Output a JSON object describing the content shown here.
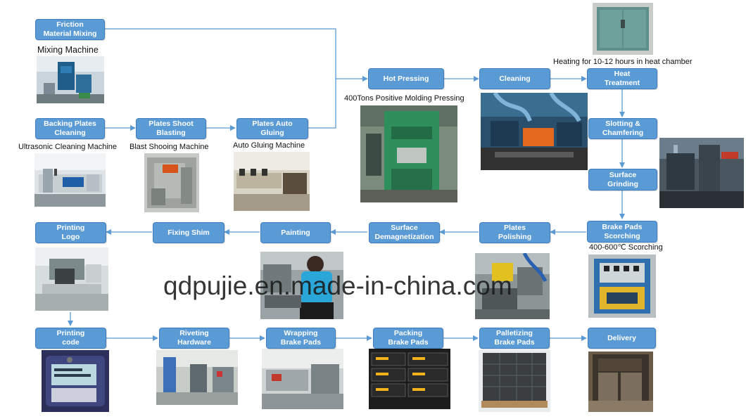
{
  "theme": {
    "box": "#5b9bd5",
    "box_border": "#3f7fbf",
    "arrow": "#5b9bd5",
    "text": "#ffffff"
  },
  "steps": {
    "friction_mixing": "Friction\nMaterial Mixing",
    "backing_cleaning": "Backing Plates\nCleaning",
    "shoot_blasting": "Plates Shoot\nBlasting",
    "auto_gluing": "Plates Auto\nGluing",
    "hot_pressing": "Hot Pressing",
    "cleaning": "Cleaning",
    "heat_treatment": "Heat\nTreatment",
    "slotting": "Slotting &\nChamfering",
    "grinding": "Surface\nGrinding",
    "scorching": "Brake Pads\nScorching",
    "polishing": "Plates\nPolishing",
    "demagnetization": "Surface\nDemagnetization",
    "painting": "Painting",
    "fixing_shim": "Fixing Shim",
    "printing_logo": "Printing\nLogo",
    "printing_code": "Printing\ncode",
    "riveting": "Riveting\nHardware",
    "wrapping": "Wrapping\nBrake Pads",
    "packing": "Packing\nBrake Pads",
    "palletizing": "Palletizing\nBrake Pads",
    "delivery": "Delivery"
  },
  "captions": {
    "mixing_machine": "Mixing Machine",
    "ultrasonic": "Ultrasonic Cleaning Machine",
    "blast": "Blast Shooing Machine",
    "auto_gluing": "Auto Gluing Machine",
    "molding": "400Tons Positive Molding Pressing",
    "heat_chamber": "Heating for 10-12 hours in heat chamber",
    "scorching": "400-600℃ Scorching"
  },
  "watermark": "qdpujie.en.made-in-china.com"
}
